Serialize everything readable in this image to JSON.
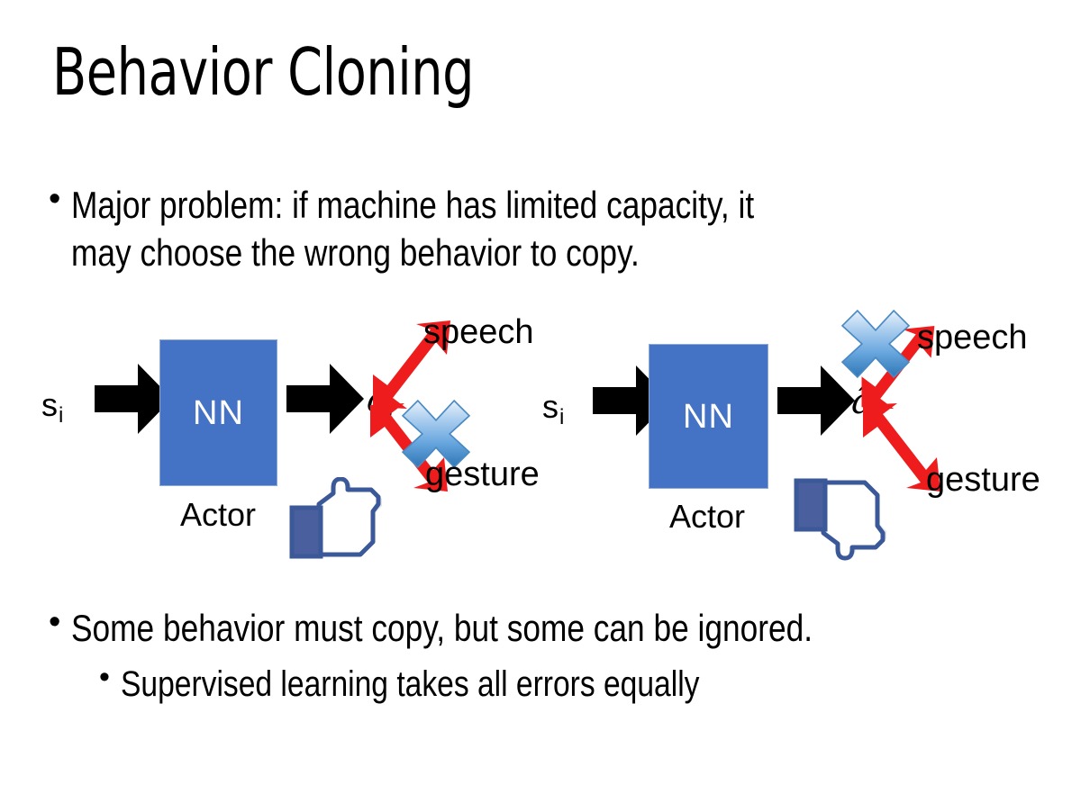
{
  "slide": {
    "title": "Behavior Cloning",
    "background_color": "#FFFFFF",
    "text_color": "#000000"
  },
  "bullets": [
    {
      "level": 1,
      "marker": "•",
      "text": "Major problem: if machine has limited capacity, it\nmay choose the wrong behavior to copy."
    },
    {
      "level": 1,
      "marker": "•",
      "text": "Some behavior must copy, but some can be ignored."
    },
    {
      "level": 2,
      "marker": "•",
      "text": "Supervised learning takes all errors equally"
    }
  ],
  "colors": {
    "nn_box_fill": "#4472C4",
    "nn_box_border": "#8FA9D6",
    "nn_label": "#FFFFFF",
    "block_arrow": "#000000",
    "red_arrow": "#EE1C1C",
    "x_mark_light": "#C9DEF5",
    "x_mark_mid": "#5B9BD5",
    "x_mark_dark": "#2E75B6",
    "thumb_outline": "#3B5998",
    "thumb_cuff": "#4A5F9E",
    "thumb_fill": "#FFFFFF",
    "thumb_shadow": "#DDE0E8"
  },
  "diagrams": [
    {
      "id": "left",
      "state_label": {
        "base": "s",
        "sub": "i"
      },
      "nn_label": "NN",
      "caption": "Actor",
      "output_label": {
        "base": "â",
        "sub": "i"
      },
      "branches": [
        {
          "name": "speech",
          "label": "speech",
          "position": "upper",
          "blocked": false
        },
        {
          "name": "gesture",
          "label": "gesture",
          "position": "lower",
          "blocked": true
        }
      ],
      "feedback_icon": "thumbs-up"
    },
    {
      "id": "right",
      "state_label": {
        "base": "s",
        "sub": "i"
      },
      "nn_label": "NN",
      "caption": "Actor",
      "output_label": {
        "base": "â",
        "sub": "i"
      },
      "branches": [
        {
          "name": "speech",
          "label": "speech",
          "position": "upper",
          "blocked": true
        },
        {
          "name": "gesture",
          "label": "gesture",
          "position": "lower",
          "blocked": false
        }
      ],
      "feedback_icon": "thumbs-down"
    }
  ]
}
